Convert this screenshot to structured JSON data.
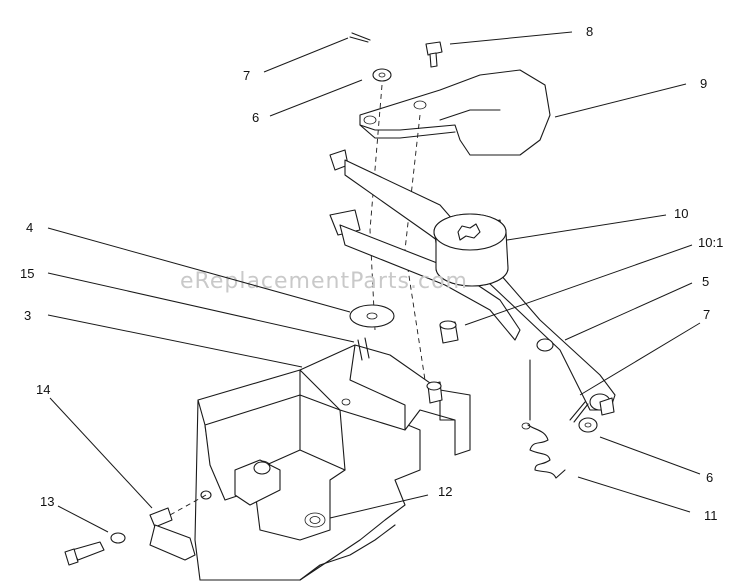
{
  "watermark": "eReplacementParts.com",
  "callouts": {
    "c7a": "7",
    "c8": "8",
    "c9": "9",
    "c6a": "6",
    "c10": "10",
    "c10_1": "10:1",
    "c4": "4",
    "c5": "5",
    "c15": "15",
    "c3": "3",
    "c7b": "7",
    "c14": "14",
    "c6b": "6",
    "c12": "12",
    "c13": "13",
    "c11": "11"
  },
  "colors": {
    "line": "#1a1a1a",
    "watermark": "#c9c9c9",
    "background": "#ffffff"
  }
}
